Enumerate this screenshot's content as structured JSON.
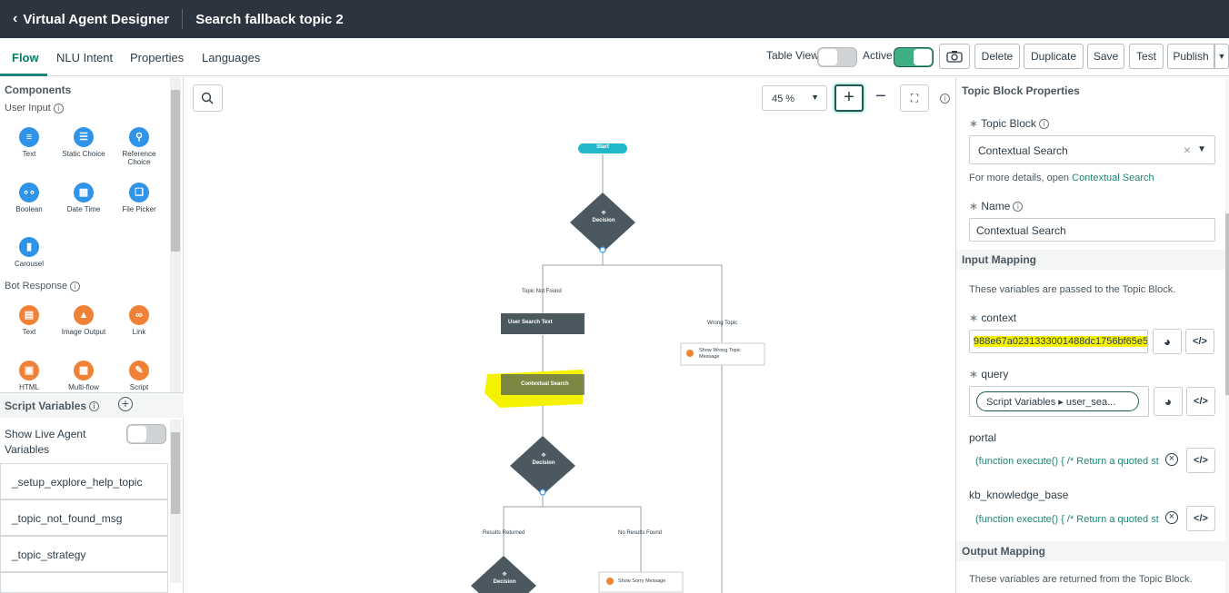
{
  "header": {
    "back_icon": "chevron-left-icon",
    "app_title": "Virtual Agent Designer",
    "topic_title": "Search fallback topic 2"
  },
  "tabs": [
    "Flow",
    "NLU Intent",
    "Properties",
    "Languages"
  ],
  "toolbar": {
    "table_view_label": "Table View",
    "table_view_on": false,
    "active_label": "Active",
    "active_on": true,
    "delete": "Delete",
    "duplicate": "Duplicate",
    "save": "Save",
    "test": "Test",
    "publish": "Publish"
  },
  "components": {
    "title": "Components",
    "user_input_title": "User Input",
    "user_input": [
      {
        "label": "Text",
        "icon": "text-input-icon"
      },
      {
        "label": "Static Choice",
        "icon": "list-icon"
      },
      {
        "label": "Reference Choice",
        "icon": "search-icon"
      },
      {
        "label": "Boolean",
        "icon": "boolean-icon"
      },
      {
        "label": "Date Time",
        "icon": "calendar-icon"
      },
      {
        "label": "File Picker",
        "icon": "file-picker-icon"
      },
      {
        "label": "Carousel",
        "icon": "carousel-icon"
      }
    ],
    "bot_response_title": "Bot Response",
    "bot_response": [
      {
        "label": "Text",
        "icon": "message-icon"
      },
      {
        "label": "Image Output",
        "icon": "image-icon"
      },
      {
        "label": "Link",
        "icon": "link-icon"
      },
      {
        "label": "HTML",
        "icon": "html-icon"
      },
      {
        "label": "Multi-flow",
        "icon": "multi-flow-icon"
      },
      {
        "label": "Script",
        "icon": "script-icon"
      }
    ]
  },
  "script_variables": {
    "title": "Script Variables",
    "show_live_agent": "Show Live Agent Variables",
    "items": [
      "_setup_explore_help_topic",
      "_topic_not_found_msg",
      "_topic_strategy"
    ]
  },
  "canvas": {
    "zoom": "45 %",
    "nodes": {
      "start": "Start",
      "decision1": "Decision",
      "user_search_text": "User Search Text",
      "contextual_search": "Contextual Search",
      "show_wrong_topic": "Show Wrong Topic Message",
      "decision2": "Decision",
      "decision3": "Decision",
      "show_sorry": "Show Sorry Message"
    },
    "edges": {
      "topic_not_found": "Topic Not Found",
      "wrong_topic": "Wrong Topic",
      "results_returned": "Results Returned",
      "no_results_found": "No Results Found"
    }
  },
  "properties": {
    "title": "Topic Block Properties",
    "topic_block_label": "Topic Block",
    "topic_block_value": "Contextual Search",
    "details_prefix": "For more details, open",
    "details_link": "Contextual Search",
    "name_label": "Name",
    "name_value": "Contextual Search",
    "input_mapping_title": "Input Mapping",
    "input_mapping_desc": "These variables are passed to the Topic Block.",
    "context_label": "context",
    "context_value": "988e67a0231333001488dc1756bf65e5",
    "query_label": "query",
    "query_pill": "Script Variables ▸ user_sea...",
    "portal_label": "portal",
    "portal_value": "(function execute() { /* Return a quoted st",
    "kb_label": "kb_knowledge_base",
    "kb_value": "(function execute() { /* Return a quoted st",
    "output_mapping_title": "Output Mapping",
    "output_mapping_desc": "These variables are returned from the Topic Block."
  }
}
